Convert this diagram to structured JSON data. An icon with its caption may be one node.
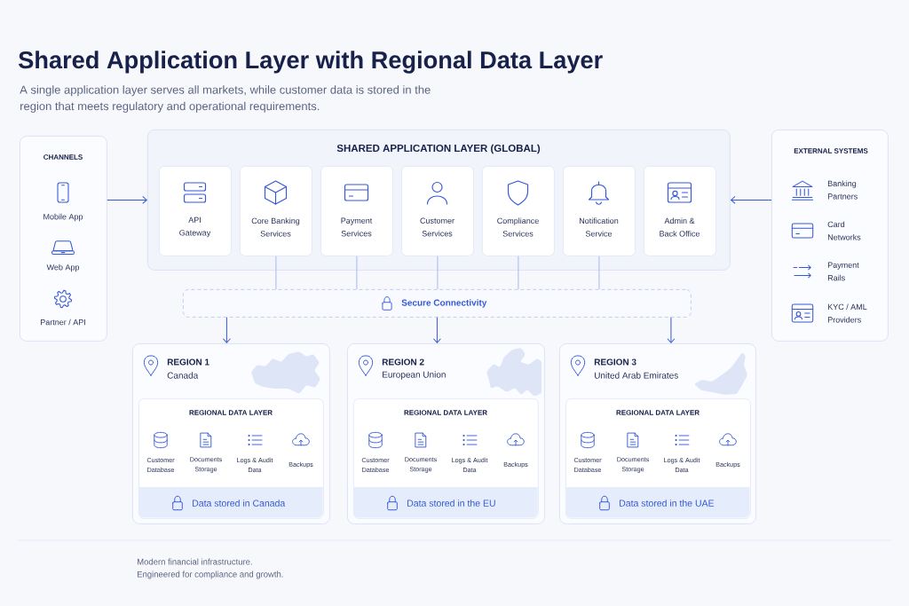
{
  "diagram": {
    "title": "Shared Application Layer with Regional Data Layer",
    "nodes": [
      {
        "text": [
          "CHANNELS",
          "Mobile App",
          "Web App",
          "Partner / API"
        ]
      },
      {
        "text": [
          "SHARED APPLICATION LAYER (GLOBAL)"
        ]
      },
      {
        "text": [
          "API Gateway"
        ],
        "in": 1
      },
      {
        "text": [
          "Core Banking Services"
        ],
        "in": 1
      },
      {
        "text": [
          "Payment Services"
        ],
        "in": 1
      },
      {
        "text": [
          "Customer Services"
        ],
        "in": 1
      },
      {
        "text": [
          "Compliance Services"
        ],
        "in": 1
      },
      {
        "text": [
          "Notification Service"
        ],
        "in": 1
      },
      {
        "text": [
          "Admin & Back Office"
        ],
        "in": 1
      },
      {
        "text": [
          "EXTERNAL SYSTEMS",
          "Banking Partners",
          "Card Networks",
          "Payment Rails",
          "KYC / AML Providers"
        ]
      },
      {
        "text": [
          "Secure Connectivity"
        ]
      },
      {
        "text": [
          "REGION 1",
          "Canada"
        ]
      },
      {
        "text": [
          "REGIONAL DATA LAYER",
          "Customer Database",
          "Documents Storage",
          "Logs & Audit Data",
          "Backups"
        ],
        "in": 11
      },
      {
        "text": [
          "Data stored in Canada"
        ],
        "in": 12
      },
      {
        "text": [
          "REGION 2",
          "European Union"
        ]
      },
      {
        "text": [
          "REGIONAL DATA LAYER",
          "Customer Database",
          "Documents Storage",
          "Logs & Audit Data",
          "Backups"
        ],
        "in": 14
      },
      {
        "text": [
          "Data stored in the EU"
        ],
        "in": 15
      },
      {
        "text": [
          "REGION 3",
          "United Arab Emirates"
        ]
      },
      {
        "text": [
          "REGIONAL DATA LAYER",
          "Customer Database",
          "Documents Storage",
          "Logs & Audit Data",
          "Backups"
        ],
        "in": 17
      },
      {
        "text": [
          "Data stored in the UAE"
        ],
        "in": 18
      }
    ],
    "edges": [
      {
        "from": 0,
        "to": 1,
        "arrow": "to"
      },
      {
        "from": 9,
        "to": 1,
        "arrow": "to"
      },
      {
        "from": 3,
        "to": 10,
        "arrow": "none",
        "color": "#a8b9ee"
      },
      {
        "from": 4,
        "to": 10,
        "arrow": "none",
        "color": "#a8b9ee"
      },
      {
        "from": 5,
        "to": 10,
        "arrow": "none",
        "color": "#a8b9ee"
      },
      {
        "from": 6,
        "to": 10,
        "arrow": "none",
        "color": "#a8b9ee"
      },
      {
        "from": 7,
        "to": 10,
        "arrow": "none",
        "color": "#a8b9ee"
      },
      {
        "from": 10,
        "to": 11,
        "arrow": "to"
      },
      {
        "from": 10,
        "to": 14,
        "arrow": "to"
      },
      {
        "from": 10,
        "to": 17,
        "arrow": "to"
      }
    ],
    "labels": [
      "A single application layer serves all markets, while customer data is stored in the region that meets regulatory and operational requirements.",
      "Modern financial infrastructure.",
      "Engineered for compliance and growth."
    ]
  }
}
